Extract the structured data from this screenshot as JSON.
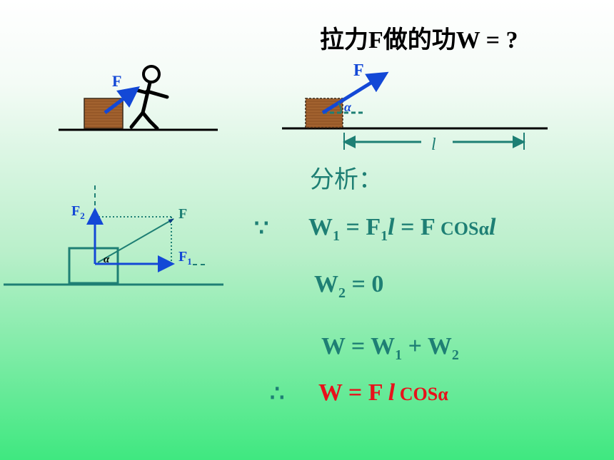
{
  "title": "拉力F做的功W = ?",
  "diagram1": {
    "force_label": "F"
  },
  "diagram2": {
    "force_label": "F",
    "angle_label": "α",
    "length_label": "l"
  },
  "diagram3": {
    "F_label": "F",
    "F1_label": "F",
    "F1_sub": "1",
    "F2_label": "F",
    "F2_sub": "2",
    "angle_label": "α"
  },
  "analysis": {
    "heading": "分析：",
    "since_symbol": "∵",
    "therefore_symbol": "∴",
    "eq1": {
      "lhs": "W",
      "lhs_sub": "1",
      "eq_a": " = ",
      "mid": "F",
      "mid_sub": "1",
      "mid_l": "l",
      "eq_b": " = ",
      "rhs_F": "F ",
      "rhs_cos": "COSα",
      "rhs_l": "l"
    },
    "eq2": {
      "lhs": "W",
      "lhs_sub": "2",
      "rhs": " = 0"
    },
    "eq3": {
      "lhs": "W = W",
      "sub1": "1",
      "plus": " + W",
      "sub2": "2"
    },
    "eq4": {
      "text": "W = F ",
      "l": "l",
      "cos": " COSα"
    }
  },
  "colors": {
    "teal": "#1e7f74",
    "blue": "#1348d6",
    "red": "#e8111b",
    "box": "#a2622f"
  }
}
